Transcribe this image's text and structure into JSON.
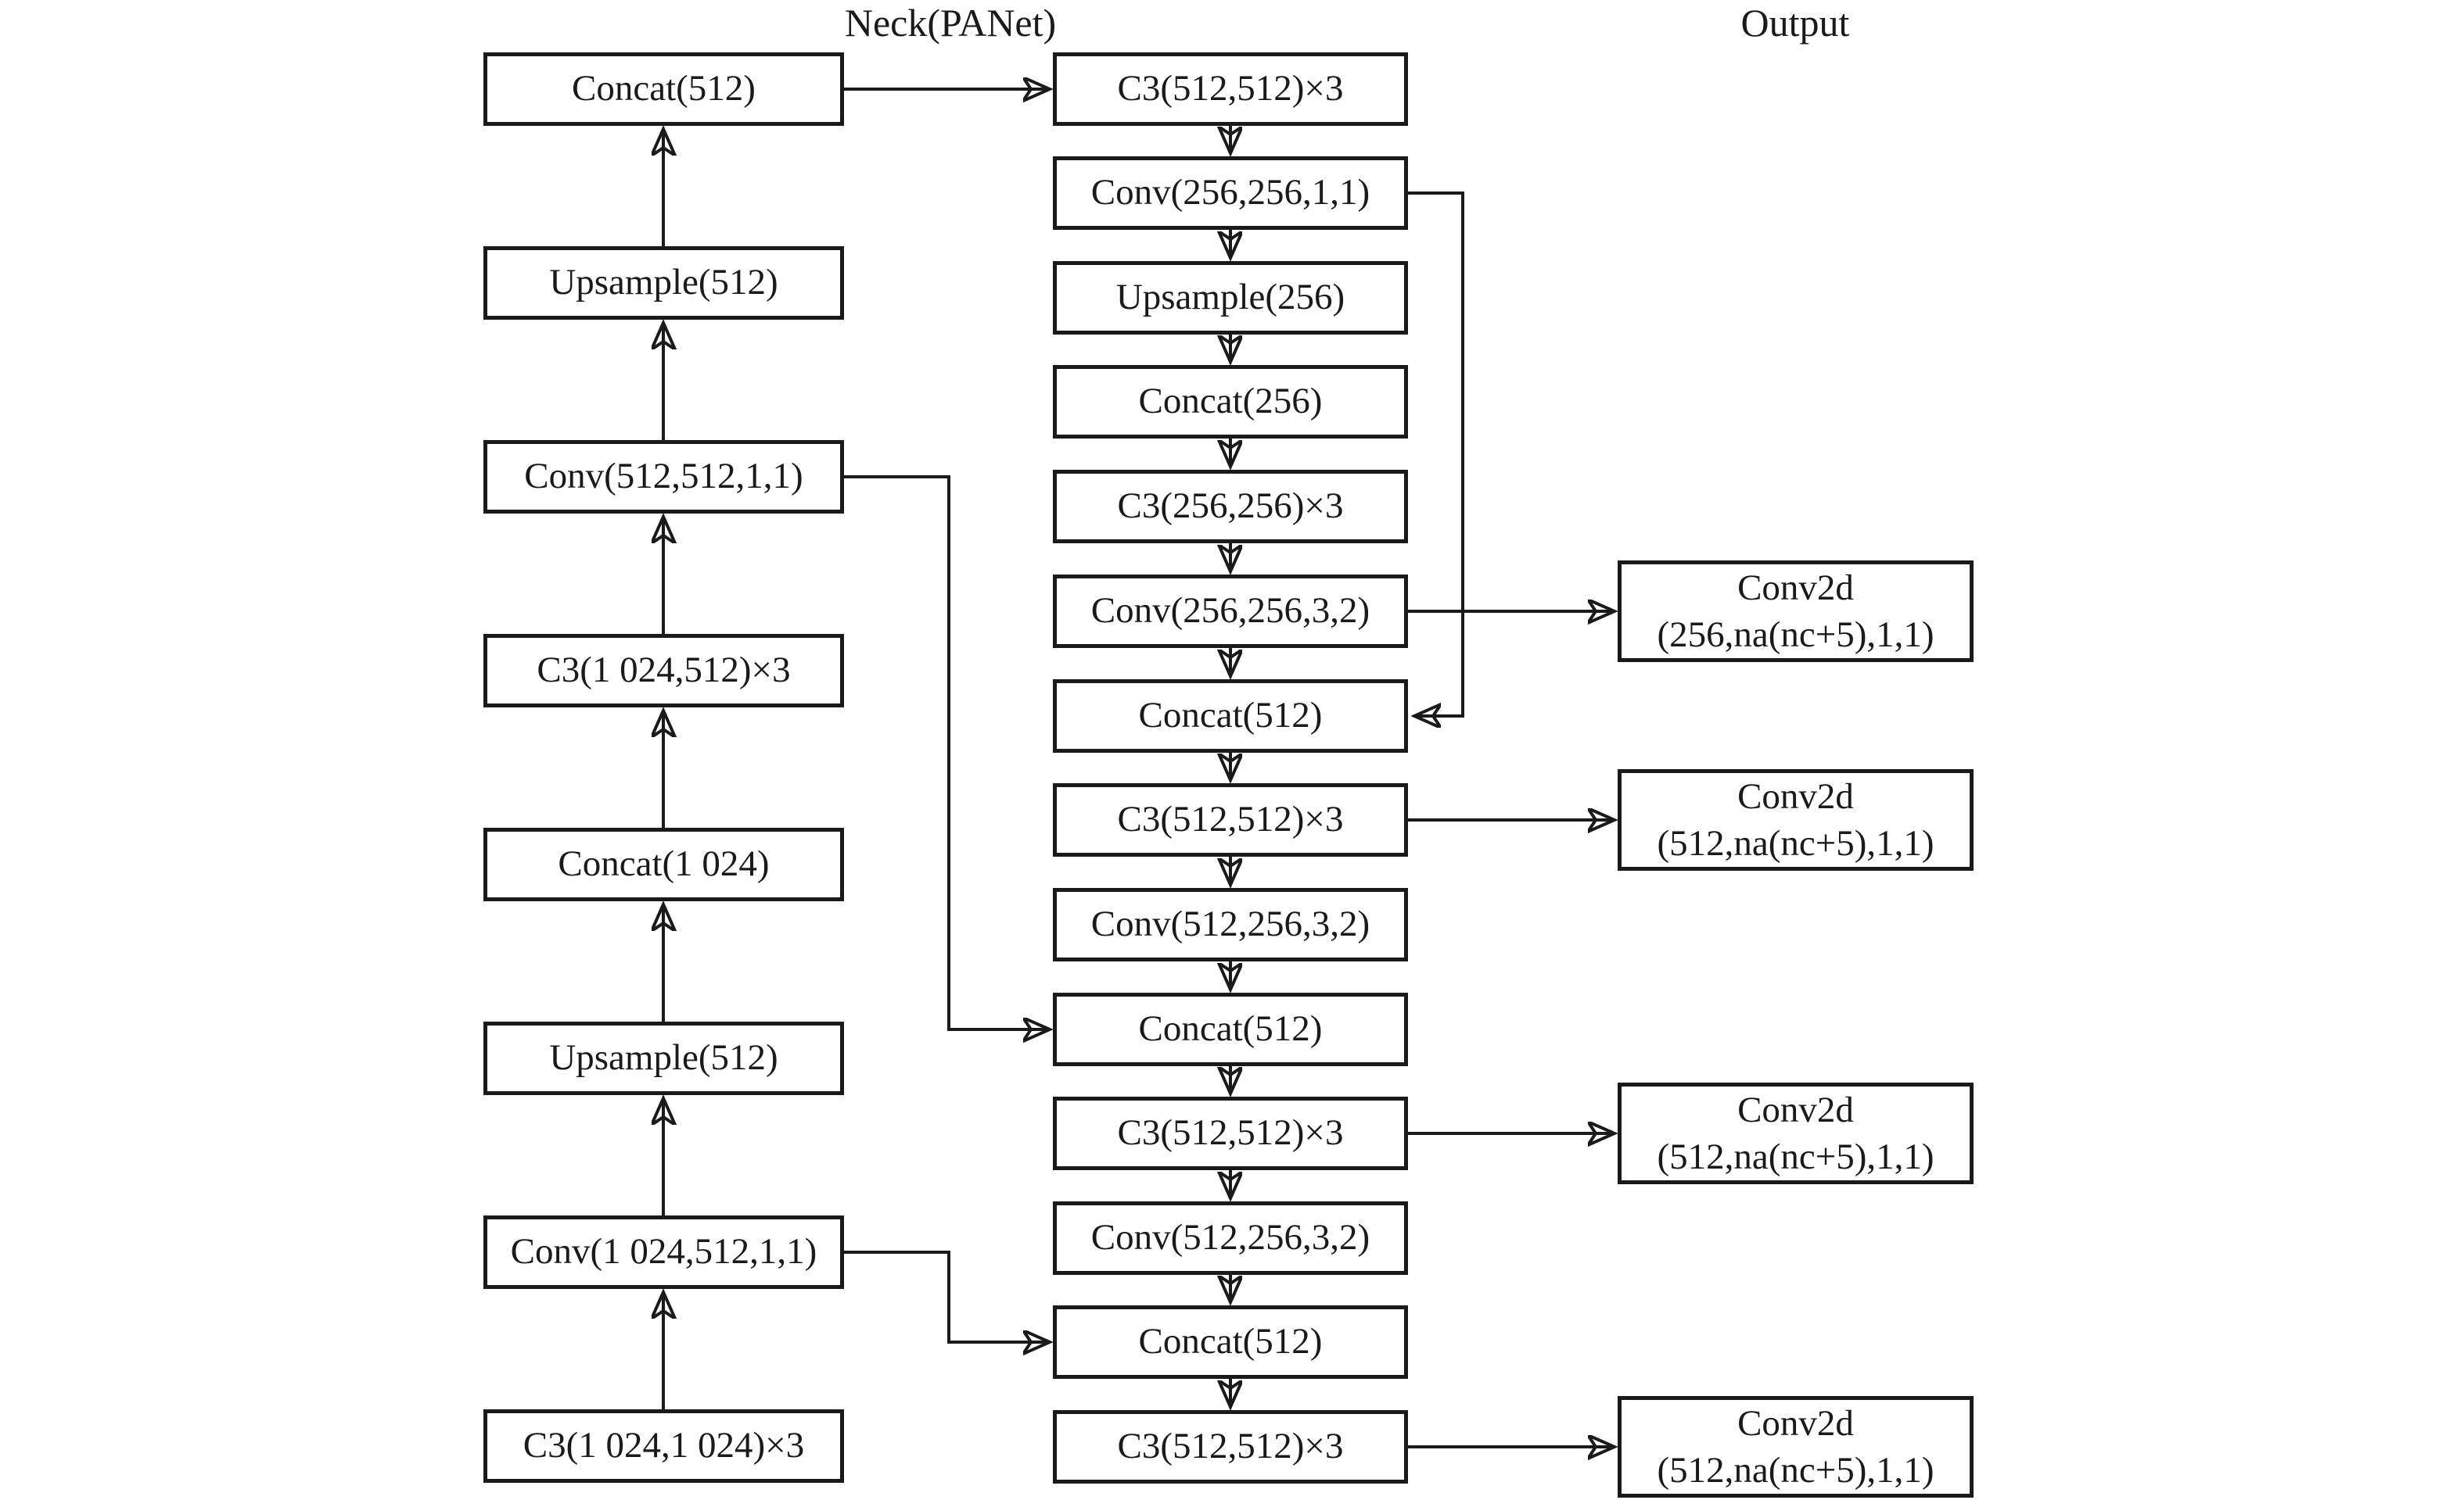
{
  "diagram": {
    "neck_title": "Neck(PANet)",
    "output_title": "Output",
    "colors": {
      "line": "#1a1a1a",
      "background": "#ffffff"
    },
    "left_column": [
      {
        "id": "L1",
        "label": "Concat(512)"
      },
      {
        "id": "L2",
        "label": "Upsample(512)"
      },
      {
        "id": "L3",
        "label": "Conv(512,512,1,1)"
      },
      {
        "id": "L4",
        "label": "C3(1 024,512)×3"
      },
      {
        "id": "L5",
        "label": "Concat(1 024)"
      },
      {
        "id": "L6",
        "label": "Upsample(512)"
      },
      {
        "id": "L7",
        "label": "Conv(1 024,512,1,1)"
      },
      {
        "id": "L8",
        "label": "C3(1 024,1 024)×3"
      }
    ],
    "middle_column": [
      {
        "id": "M1",
        "label": "C3(512,512)×3"
      },
      {
        "id": "M2",
        "label": "Conv(256,256,1,1)"
      },
      {
        "id": "M3",
        "label": "Upsample(256)"
      },
      {
        "id": "M4",
        "label": "Concat(256)"
      },
      {
        "id": "M5",
        "label": "C3(256,256)×3"
      },
      {
        "id": "M6",
        "label": "Conv(256,256,3,2)"
      },
      {
        "id": "M7",
        "label": "Concat(512)"
      },
      {
        "id": "M8",
        "label": "C3(512,512)×3"
      },
      {
        "id": "M9",
        "label": "Conv(512,256,3,2)"
      },
      {
        "id": "M10",
        "label": "Concat(512)"
      },
      {
        "id": "M11",
        "label": "C3(512,512)×3"
      },
      {
        "id": "M12",
        "label": "Conv(512,256,3,2)"
      },
      {
        "id": "M13",
        "label": "Concat(512)"
      },
      {
        "id": "M14",
        "label": "C3(512,512)×3"
      }
    ],
    "output_column": [
      {
        "id": "O1",
        "line1": "Conv2d",
        "line2": "(256,na(nc+5),1,1)"
      },
      {
        "id": "O2",
        "line1": "Conv2d",
        "line2": "(512,na(nc+5),1,1)"
      },
      {
        "id": "O3",
        "line1": "Conv2d",
        "line2": "(512,na(nc+5),1,1)"
      },
      {
        "id": "O4",
        "line1": "Conv2d",
        "line2": "(512,na(nc+5),1,1)"
      }
    ],
    "edges": [
      "L8->L7",
      "L7->L6",
      "L6->L5",
      "L5->L4",
      "L4->L3",
      "L3->L2",
      "L2->L1",
      "L1->M1",
      "M1->M2",
      "M2->M3",
      "M3->M4",
      "M4->M5",
      "M5->M6",
      "M6->M7",
      "M7->M8",
      "M8->M9",
      "M9->M10",
      "M10->M11",
      "M11->M12",
      "M12->M13",
      "M13->M14",
      "M2->M7",
      "L3->M10",
      "L7->M13",
      "M6->O1",
      "M8->O2",
      "M11->O3",
      "M14->O4"
    ]
  }
}
